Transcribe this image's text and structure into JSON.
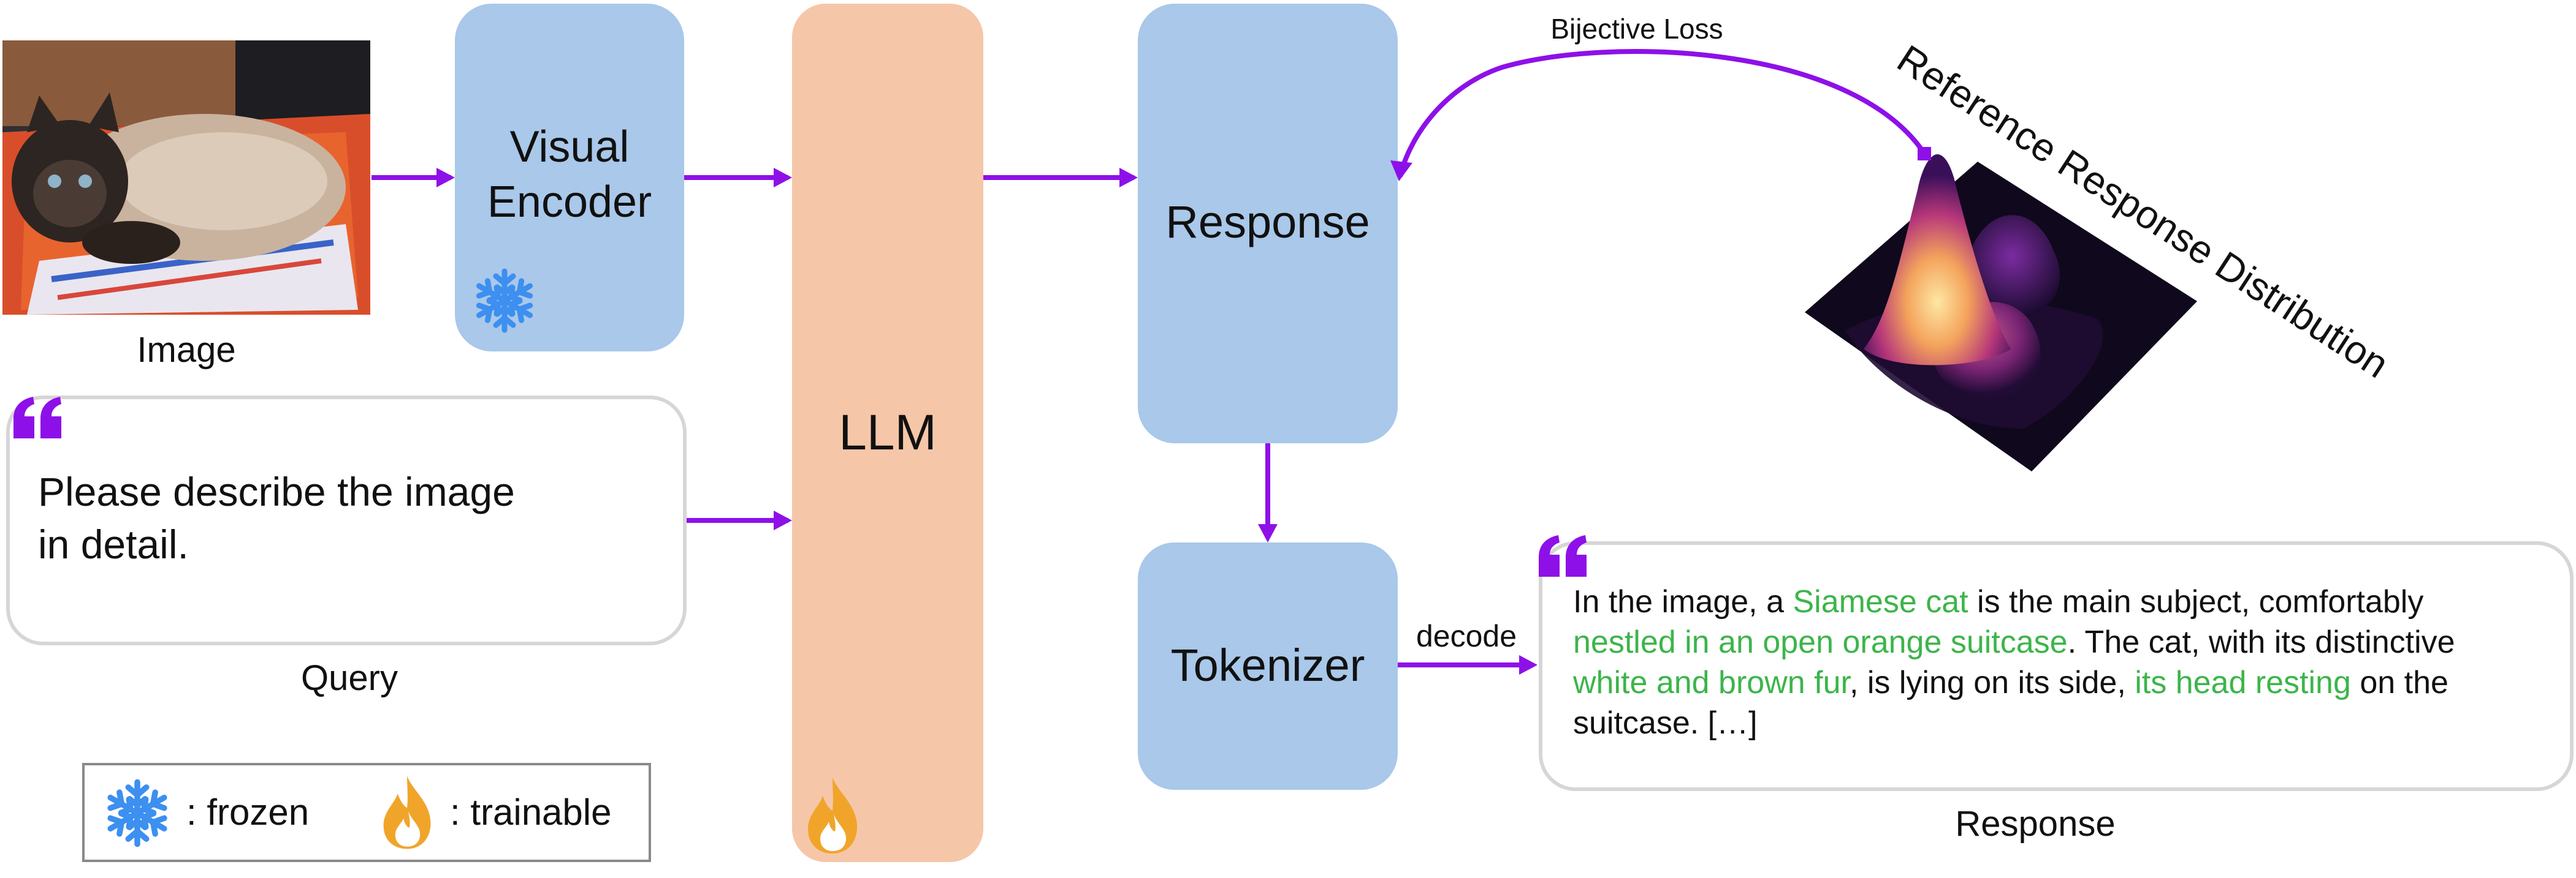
{
  "image_label": "Image",
  "visual_encoder_label": "Visual\nEncoder",
  "llm_label": "LLM",
  "response_box_label": "Response",
  "tokenizer_label": "Tokenizer",
  "decode_label": "decode",
  "bijective_loss_label": "Bijective Loss",
  "reference_distribution_label": "Reference Response Distribution",
  "query": {
    "text": "Please describe the image\nin detail.",
    "caption": "Query"
  },
  "response_text": {
    "caption": "Response",
    "segments": [
      {
        "text": "In the image, a ",
        "highlight": false
      },
      {
        "text": "Siamese cat",
        "highlight": true
      },
      {
        "text": " is the main subject, comfortably ",
        "highlight": false
      },
      {
        "text": "nestled in an open orange suitcase",
        "highlight": true
      },
      {
        "text": ". The cat, with its distinctive ",
        "highlight": false
      },
      {
        "text": "white and brown fur",
        "highlight": true
      },
      {
        "text": ", is lying on its side, ",
        "highlight": false
      },
      {
        "text": "its head resting",
        "highlight": true
      },
      {
        "text": " on the suitcase. […]",
        "highlight": false
      }
    ]
  },
  "legend": {
    "frozen_label": ": frozen",
    "trainable_label": ": trainable"
  },
  "colors": {
    "arrow": "#8e10e8",
    "blue_box": "#a9c8ea",
    "llm_box": "#f6c6a8",
    "highlight": "#3cb54a",
    "snowflake": "#3d8ff0",
    "flame": "#f0a52a",
    "quote_mark": "#8e10e8"
  }
}
